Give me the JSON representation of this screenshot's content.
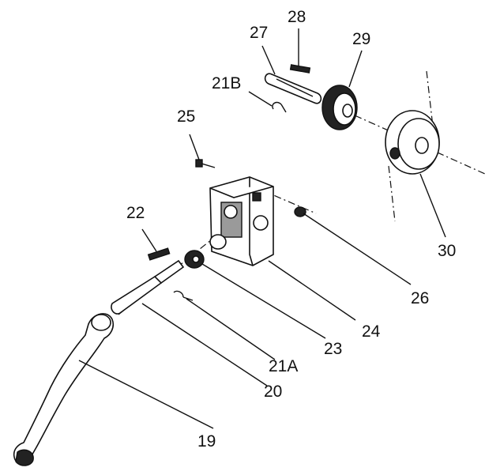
{
  "callouts": {
    "c19": "19",
    "c20": "20",
    "c21a": "21A",
    "c21b": "21B",
    "c22": "22",
    "c23": "23",
    "c24": "24",
    "c25": "25",
    "c26": "26",
    "c27": "27",
    "c28": "28",
    "c29": "29",
    "c30": "30"
  }
}
